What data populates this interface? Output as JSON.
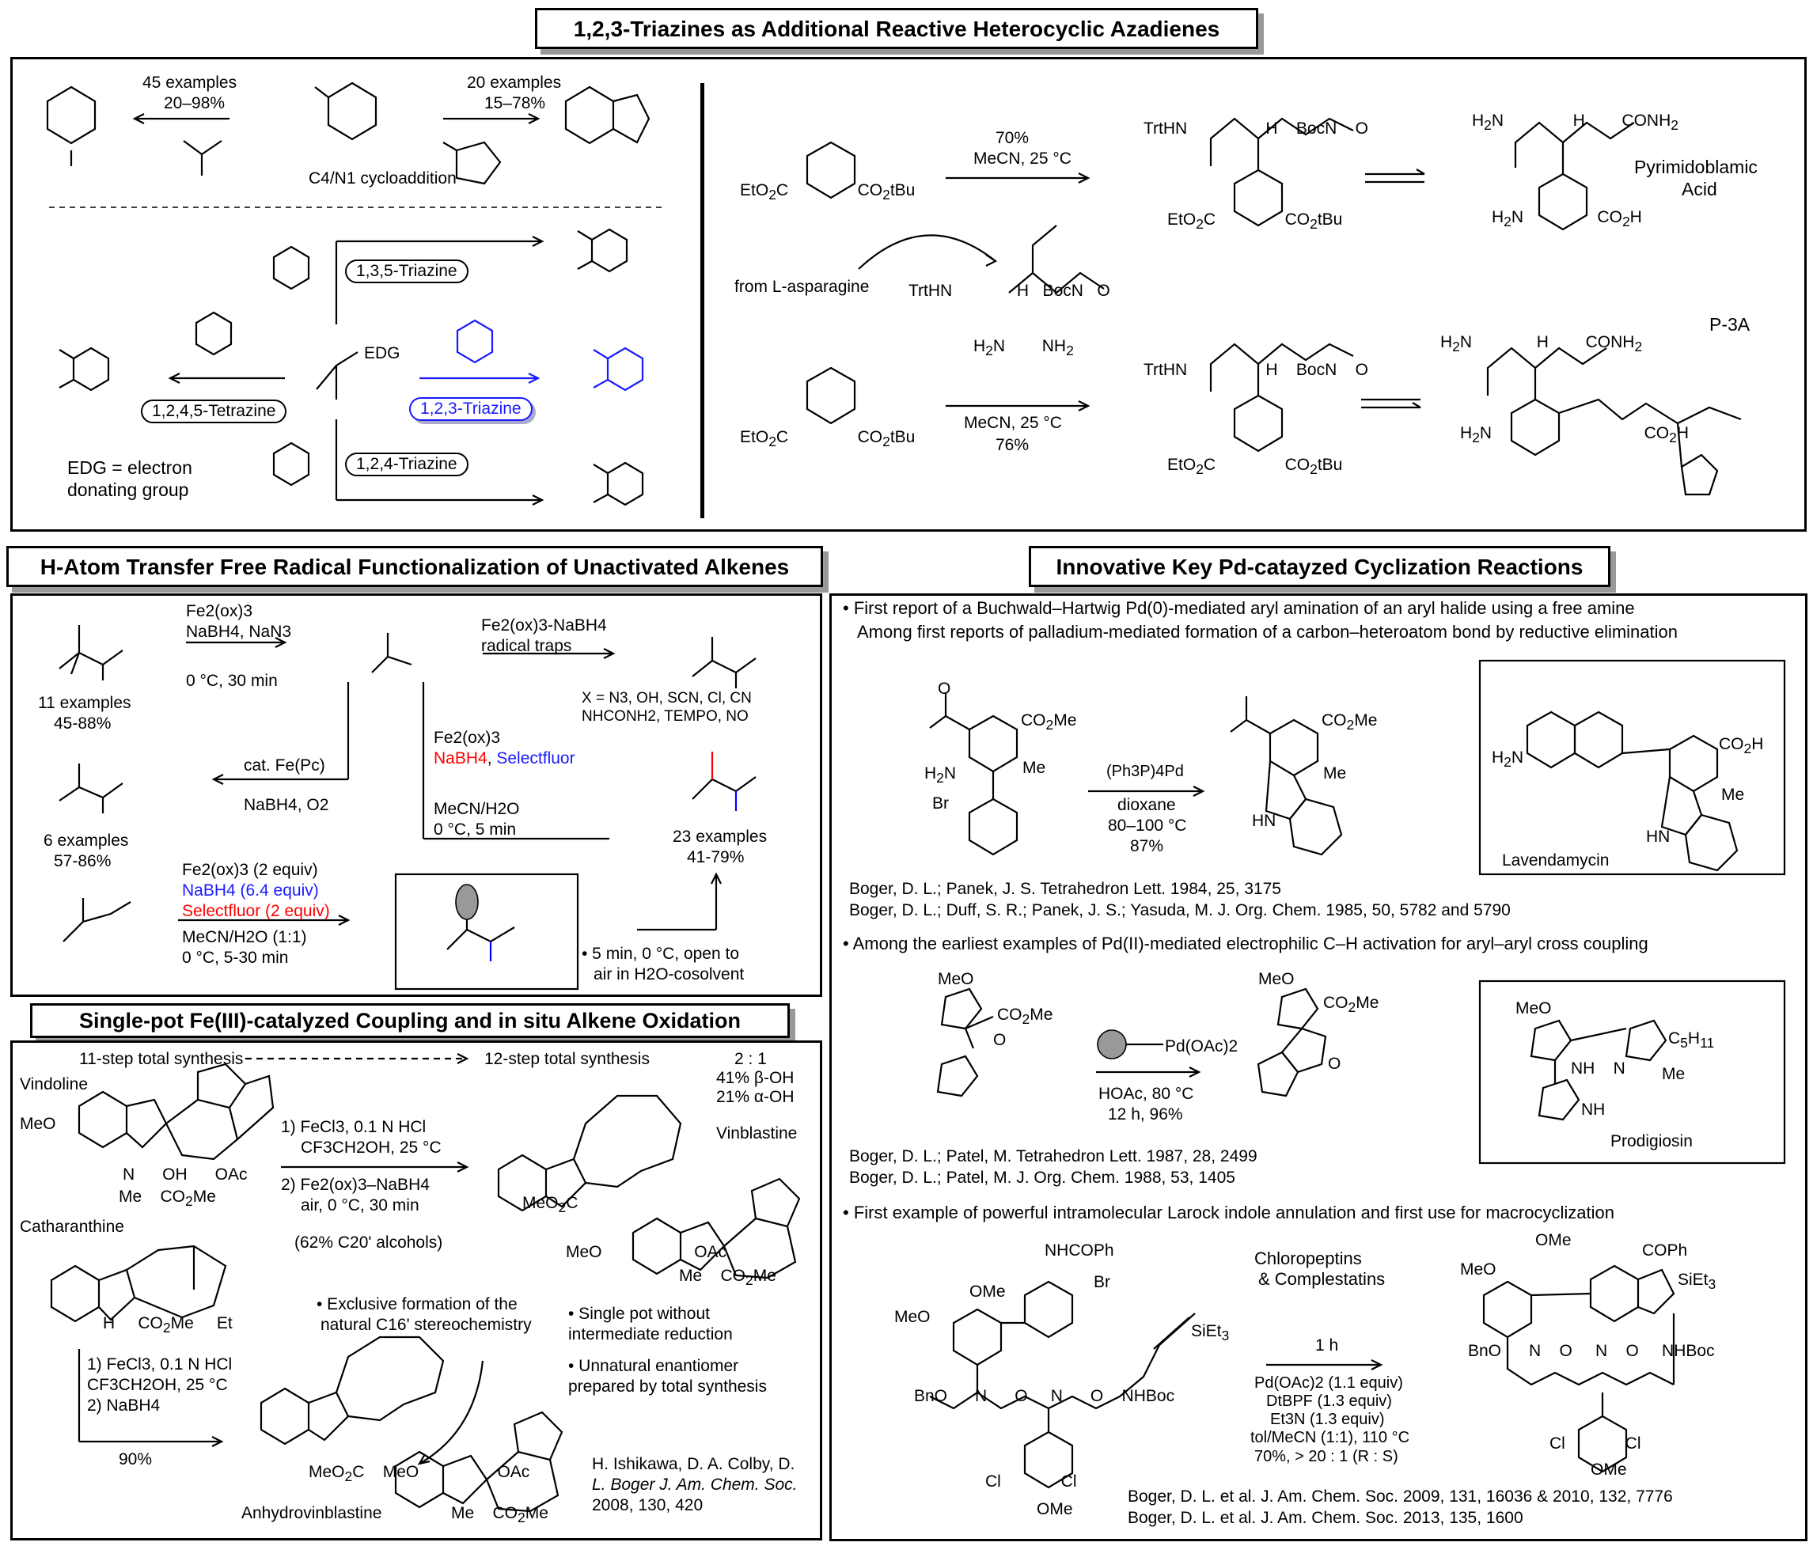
{
  "titles": {
    "triazines": "1,2,3-Triazines as Additional Reactive Heterocyclic Azadienes",
    "hat": "H-Atom Transfer Free Radical Functionalization of Unactivated Alkenes",
    "pd": "Innovative Key Pd-catayzed Cyclization Reactions",
    "fe": "Single-pot Fe(III)-catalyzed Coupling and in situ Alkene Oxidation"
  },
  "triazine": {
    "left_examples": "45 examples",
    "left_yield": "20–98%",
    "right_examples": "20 examples",
    "right_yield": "15–78%",
    "cycloaddition": "C4/N1 cycloaddition",
    "t135": "1,3,5-Triazine",
    "t1245": "1,2,4,5-Tetrazine",
    "t123": "1,2,3-Triazine",
    "t124": "1,2,4-Triazine",
    "edg": "EDG",
    "edg_def1": "EDG = electron",
    "edg_def2": "donating group",
    "cond1a": "70%",
    "cond1b": "MeCN, 25 °C",
    "asparagine": "from L-asparagine",
    "cond2a": "MeCN, 25 °C",
    "cond2b": "76%",
    "pyrimido1": "Pyrimidoblamic",
    "pyrimido2": "Acid",
    "p3a": "P-3A"
  },
  "hat": {
    "c1a": "Fe2(ox)3",
    "c1b": "NaBH4, NaN3",
    "c1c": "0 °C, 30 min",
    "r1a": "11 examples",
    "r1b": "45-88%",
    "c2a": "cat. Fe(Pc)",
    "c2b": "NaBH4, O2",
    "r2a": "6 examples",
    "r2b": "57-86%",
    "c3a": "Fe2(ox)3-NaBH4",
    "c3b": "radical traps",
    "x1": "X = N3, OH, SCN, Cl, CN",
    "x2": "NHCONH2, TEMPO, NO",
    "c4a": "Fe2(ox)3",
    "c4b_red": "NaBH4",
    "c4b_blue": "Selectfluor",
    "c4c": "MeCN/H2O",
    "c4d": "0 °C, 5 min",
    "r4a": "23 examples",
    "r4b": "41-79%",
    "c5a": "Fe2(ox)3 (2 equiv)",
    "c5b": "NaBH4 (6.4 equiv)",
    "c5c": "Selectfluor (2 equiv)",
    "c5d": "MeCN/H2O (1:1)",
    "c5e": "0 °C, 5-30 min",
    "n1": "• 5 min, 0 °C, open to",
    "n2": "air in H2O-cosolvent"
  },
  "fe": {
    "s11": "11-step total synthesis",
    "s12": "12-step total synthesis",
    "ratio": "2 : 1",
    "beta": "41% β-OH",
    "alpha": "21% α-OH",
    "vindoline": "Vindoline",
    "catharanthine": "Catharanthine",
    "vinblastine": "Vinblastine",
    "anhydro": "Anhydrovinblastine",
    "k1": "1) FeCl3, 0.1 N HCl",
    "k2": "CF3CH2OH, 25 °C",
    "k3": "2) Fe2(ox)3–NaBH4",
    "k4": "air, 0 °C, 30 min",
    "k5": "(62% C20' alcohols)",
    "e1": "• Exclusive formation of the",
    "e2": "natural C16' stereochemistry",
    "m1": "1) FeCl3, 0.1 N HCl",
    "m2": "CF3CH2OH, 25 °C",
    "m3": "2) NaBH4",
    "m4": "90%",
    "b1": "• Single pot without",
    "b2": "intermediate reduction",
    "b3": "• Unnatural enantiomer",
    "b4": "prepared by total synthesis",
    "ref1": "H. Ishikawa, D. A. Colby, D.",
    "ref2": "L. Boger J. Am. Chem. Soc.",
    "ref3": "2008, 130, 420"
  },
  "pd": {
    "bul1a": "• First report of a Buchwald–Hartwig Pd(0)-mediated aryl amination of an aryl halide using a free amine",
    "bul1b": "Among first reports of palladium-mediated formation of a carbon–heteroatom bond by reductive elimination",
    "k1": "(Ph3P)4Pd",
    "k2": "dioxane",
    "k3": "80–100 °C",
    "k4": "87%",
    "lavendamycin": "Lavendamycin",
    "ref1": "Boger, D. L.; Panek, J. S. Tetrahedron Lett. 1984, 25, 3175",
    "ref2": "Boger, D. L.; Duff, S. R.; Panek, J. S.; Yasuda, M. J. Org. Chem. 1985, 50, 5782 and 5790",
    "bul2": "• Among the earliest examples of Pd(II)-mediated electrophilic C–H activation for aryl–aryl cross coupling",
    "k5": "Pd(OAc)2",
    "k6": "HOAc, 80 °C",
    "k7": "12 h, 96%",
    "prodigiosin": "Prodigiosin",
    "ref3": "Boger, D. L.; Patel, M. Tetrahedron Lett. 1987, 28, 2499",
    "ref4": "Boger, D. L.; Patel, M. J. Org. Chem. 1988, 53, 1405",
    "bul3": "• First example of powerful intramolecular Larock indole annulation and  first use for macrocyclization",
    "chloro1": "Chloropeptins",
    "chloro2": "& Complestatins",
    "k8": "1 h",
    "k9": "Pd(OAc)2 (1.1 equiv)",
    "k10": "DtBPF (1.3 equiv)",
    "k11": "Et3N (1.3 equiv)",
    "k12": "tol/MeCN (1:1), 110 °C",
    "k13": "70%, > 20 : 1 (R : S)",
    "ref5": "Boger, D. L. et al. J. Am. Chem. Soc. 2009, 131, 16036 & 2010, 132, 7776",
    "ref6": "Boger, D. L. et al. J. Am. Chem. Soc. 2013, 135, 1600"
  }
}
